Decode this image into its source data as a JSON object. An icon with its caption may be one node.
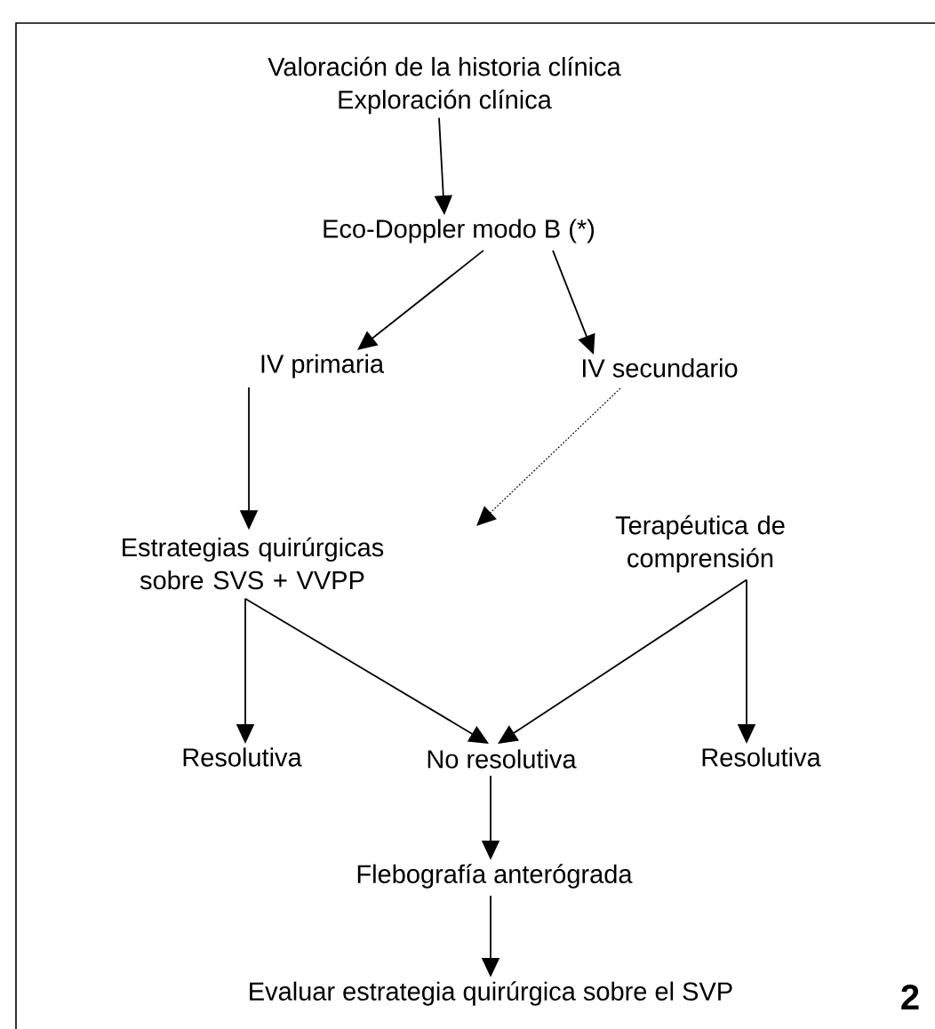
{
  "diagram": {
    "nodes": [
      {
        "text": [
          "Valoración de la historia clínica",
          "Exploración clínica"
        ]
      },
      {
        "text": [
          "Eco-Doppler modo B (*)"
        ]
      },
      {
        "text": [
          "IV primaria"
        ]
      },
      {
        "text": [
          "IV secundario"
        ]
      },
      {
        "text": [
          "Estrategias quirúrgicas sobre SVS + VVPP"
        ]
      },
      {
        "text": [
          "Terapéutica de comprensión"
        ]
      },
      {
        "text": [
          "Resolutiva"
        ]
      },
      {
        "text": [
          "No resolutiva"
        ]
      },
      {
        "text": [
          "Resolutiva"
        ]
      },
      {
        "text": [
          "Flebografía anterógrada"
        ]
      },
      {
        "text": [
          "Evaluar estrategia quirúrgica sobre el SVP"
        ]
      }
    ],
    "edges": [
      {
        "from": 0,
        "to": 1,
        "arrow": "to"
      },
      {
        "from": 1,
        "to": 2,
        "arrow": "to"
      },
      {
        "from": 1,
        "to": 3,
        "arrow": "to"
      },
      {
        "from": 2,
        "to": 4,
        "arrow": "to"
      },
      {
        "from": 3,
        "to": null,
        "arrow": "to",
        "style": "dashed"
      },
      {
        "from": 4,
        "to": 6,
        "arrow": "to"
      },
      {
        "from": 4,
        "to": 7,
        "arrow": "to"
      },
      {
        "from": 5,
        "to": 7,
        "arrow": "to"
      },
      {
        "from": 5,
        "to": 8,
        "arrow": "to"
      },
      {
        "from": 7,
        "to": 9,
        "arrow": "to"
      },
      {
        "from": 9,
        "to": 10,
        "arrow": "to"
      }
    ],
    "labels": [
      "2"
    ]
  }
}
